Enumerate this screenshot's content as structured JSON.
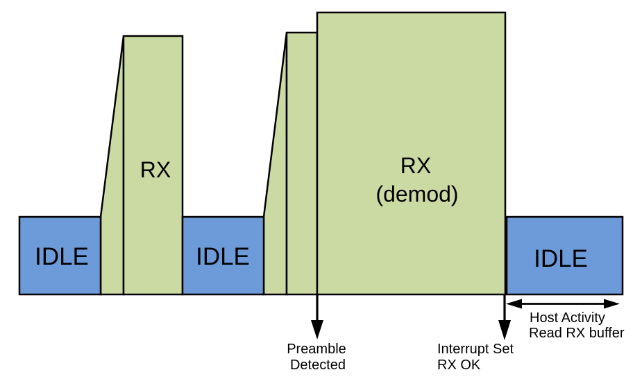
{
  "diagram": {
    "sequence": [
      {
        "type": "idle",
        "label": "IDLE"
      },
      {
        "type": "rx",
        "label": "RX"
      },
      {
        "type": "idle",
        "label": "IDLE"
      },
      {
        "type": "rx",
        "label_line1": "RX",
        "label_line2": "(demod)"
      },
      {
        "type": "idle",
        "label": "IDLE"
      }
    ],
    "annotations": {
      "preamble_detected": {
        "line1": "Preamble",
        "line2": "Detected"
      },
      "interrupt_set": {
        "line1": "Interrupt Set",
        "line2": "RX OK"
      },
      "host_activity": {
        "line1": "Host Activity",
        "line2": "Read RX buffer"
      }
    },
    "colors": {
      "idle_fill": "#6D9AD9",
      "rx_fill": "#CBD9A3",
      "outline": "#000000",
      "text": "#000000"
    }
  }
}
